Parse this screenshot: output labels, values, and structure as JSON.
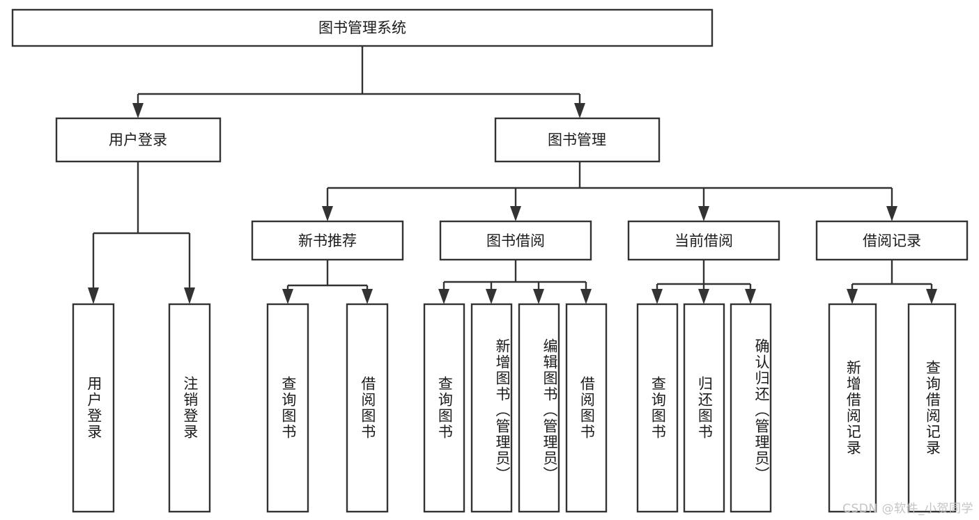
{
  "diagram": {
    "type": "hierarchy-tree",
    "title": "图书管理系统",
    "watermark": "CSDN @软件_小贺同学",
    "colors": {
      "stroke": "#333333",
      "box_fill": "#ffffff",
      "text": "#1b1b1b",
      "background": "#ffffff",
      "watermark": "#c4c4c4"
    },
    "levels": {
      "root": {
        "label": "图书管理系统"
      },
      "level2": [
        {
          "label": "用户登录"
        },
        {
          "label": "图书管理"
        }
      ],
      "level3": [
        {
          "label": "新书推荐"
        },
        {
          "label": "图书借阅"
        },
        {
          "label": "当前借阅"
        },
        {
          "label": "借阅记录"
        }
      ],
      "leaves": [
        {
          "label": "用户登录",
          "parent": "用户登录"
        },
        {
          "label": "注销登录",
          "parent": "用户登录"
        },
        {
          "label": "查询图书",
          "parent": "新书推荐"
        },
        {
          "label": "借阅图书",
          "parent": "新书推荐"
        },
        {
          "label": "查询图书",
          "parent": "图书借阅"
        },
        {
          "label": "新增图书（管理员）",
          "parent": "图书借阅"
        },
        {
          "label": "编辑图书（管理员）",
          "parent": "图书借阅"
        },
        {
          "label": "借阅图书",
          "parent": "图书借阅"
        },
        {
          "label": "查询图书",
          "parent": "当前借阅"
        },
        {
          "label": "归还图书",
          "parent": "当前借阅"
        },
        {
          "label": "确认归还（管理员）",
          "parent": "当前借阅"
        },
        {
          "label": "新增借阅记录",
          "parent": "借阅记录"
        },
        {
          "label": "查询借阅记录",
          "parent": "借阅记录"
        }
      ]
    }
  }
}
